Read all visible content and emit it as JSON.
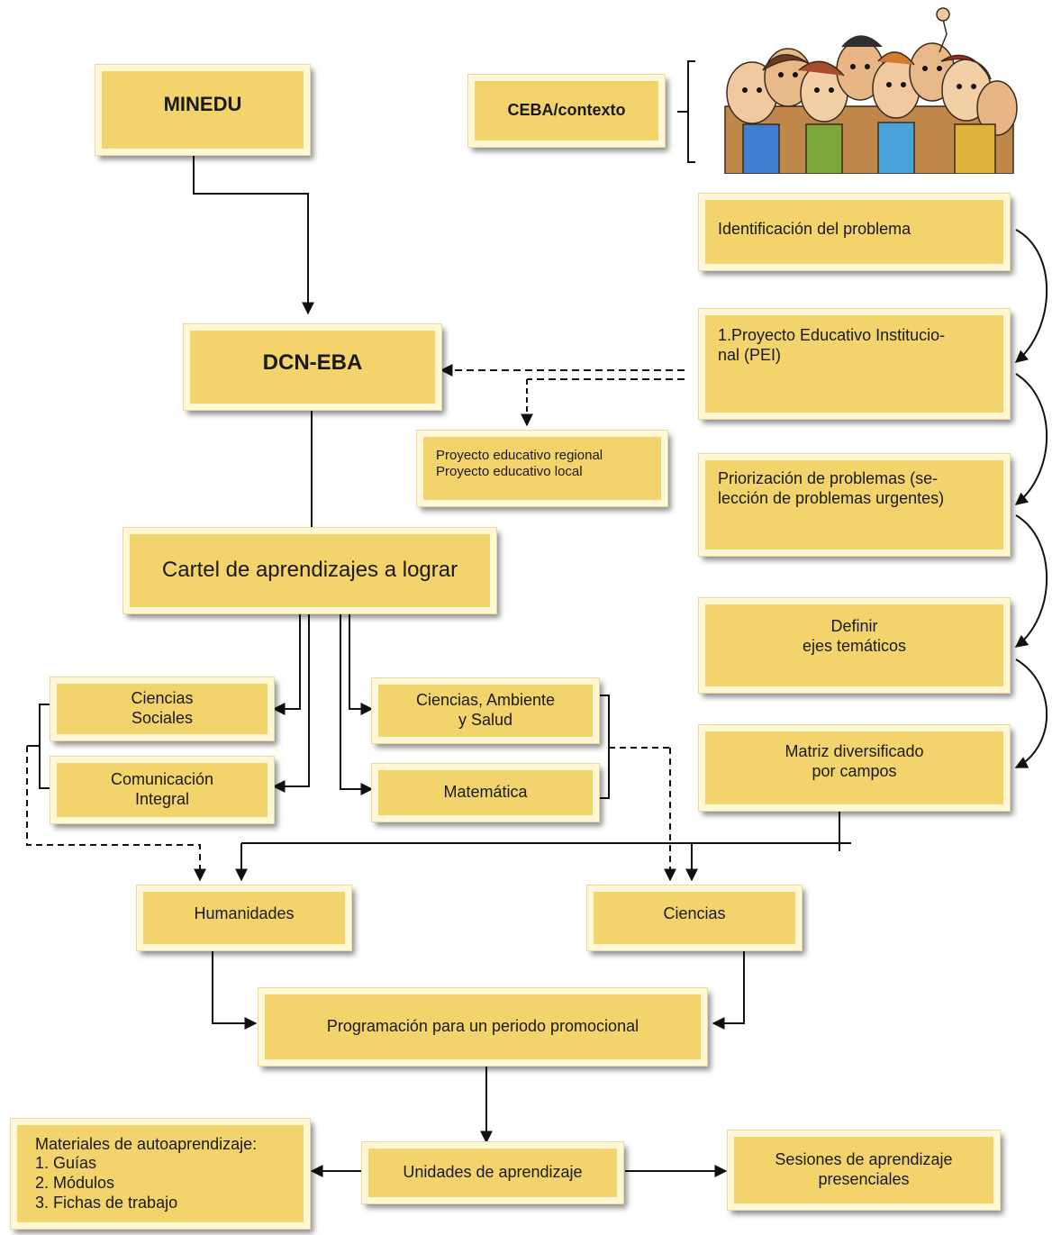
{
  "colors": {
    "box_fill": "#f3d36b",
    "box_border": "#fff7d6",
    "line": "#111111"
  },
  "nodes": {
    "minedu": "MINEDU",
    "ceba": "CEBA/contexto",
    "dcn": "DCN-EBA",
    "identificacion": "Identificación del problema",
    "pei": "1.Proyecto Educativo Institucio-\n   nal (PEI)",
    "proyecto": "Proyecto educativo regional\nProyecto educativo local",
    "priorizacion": "Priorización de problemas (se-\nlección de problemas urgentes)",
    "cartel": "Cartel de aprendizajes a lograr",
    "definir": "Definir\nejes temáticos",
    "ciencias_sociales": "Ciencias\nSociales",
    "ciencias_ambiente": "Ciencias, Ambiente\ny Salud",
    "matriz": "Matriz diversificado\npor campos",
    "comunicacion": "Comunicación\nIntegral",
    "matematica": "Matemática",
    "humanidades": "Humanidades",
    "ciencias": "Ciencias",
    "programacion": "Programación para un periodo promocional",
    "materiales": "Materiales de autoaprendizaje:\n1. Guías\n2. Módulos\n3. Fichas de trabajo",
    "unidades": "Unidades de aprendizaje",
    "sesiones": "Sesiones de aprendizaje\npresenciales"
  },
  "illustration": "crowd-of-people-cartoon"
}
